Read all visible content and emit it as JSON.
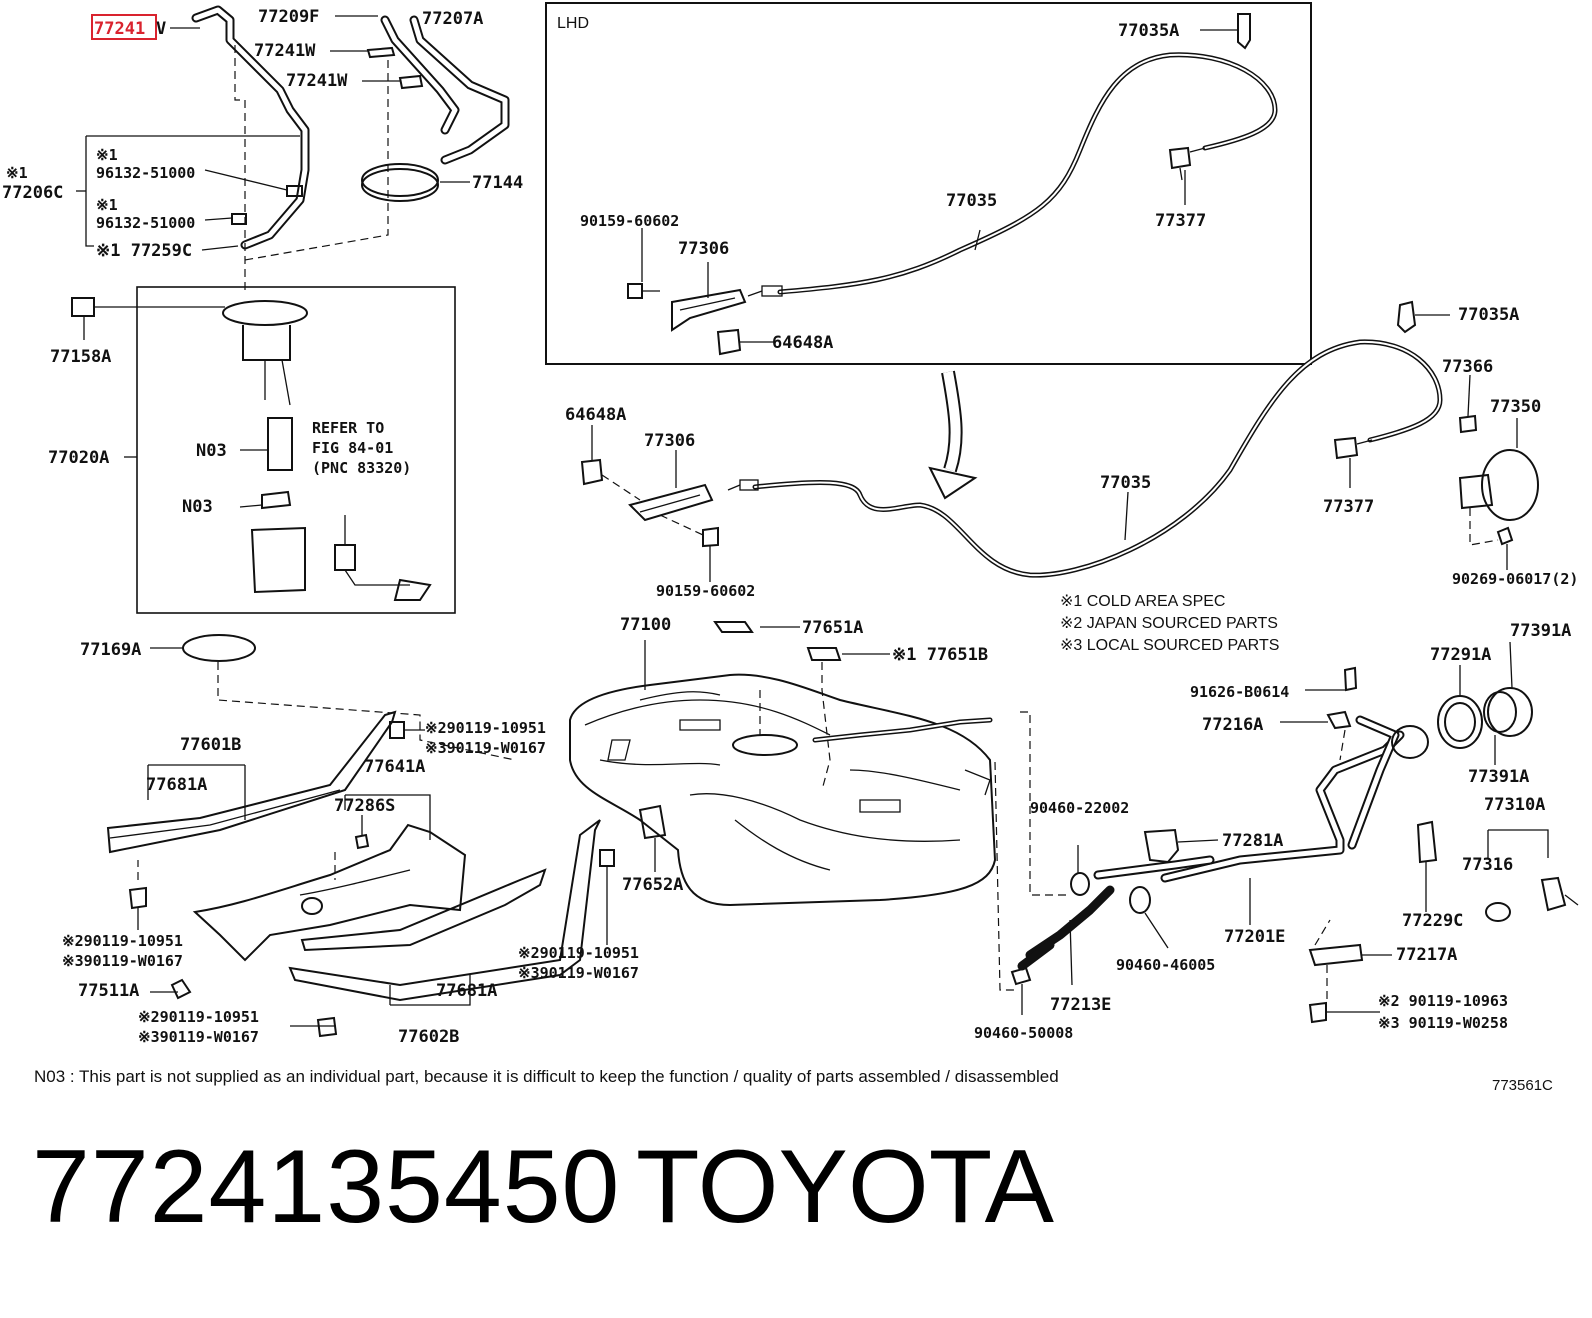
{
  "highlight_color": "#d9232e",
  "lhd": {
    "title": "LHD"
  },
  "labels": {
    "p77241V": "77241",
    "p77241Vsuffix": "V",
    "p77209F": "77209F",
    "p77207A": "77207A",
    "p77241W_1": "77241W",
    "p77241W_2": "77241W",
    "p77144": "77144",
    "mark1_a": "※1",
    "p77206C": "77206C",
    "mark1_b": "※1",
    "p96132_a": "96132-51000",
    "mark1_c": "※1",
    "p96132_b": "96132-51000",
    "p77259C": "※1 77259C",
    "p77158A": "77158A",
    "p77020A": "77020A",
    "n03_a": "N03",
    "n03_b": "N03",
    "refer1": "REFER TO",
    "refer2": "FIG 84-01",
    "refer3": "(PNC 83320)",
    "p77169A": "77169A",
    "lhd_77035A": "77035A",
    "lhd_77035": "77035",
    "lhd_77377": "77377",
    "lhd_90159": "90159-60602",
    "lhd_77306": "77306",
    "lhd_64648A": "64648A",
    "p77035A": "77035A",
    "p77366": "77366",
    "p77350": "77350",
    "p64648A": "64648A",
    "p77306": "77306",
    "p77035": "77035",
    "p77377": "77377",
    "p90159": "90159-60602",
    "p90269": "90269-06017(2)",
    "legend1": "※1 COLD AREA SPEC",
    "legend2": "※2 JAPAN SOURCED PARTS",
    "legend3": "※3 LOCAL SOURCED PARTS",
    "p77100": "77100",
    "p77651A": "77651A",
    "p77651B": "※1 77651B",
    "p77391A_1": "77391A",
    "p77291A": "77291A",
    "p91626": "91626-B0614",
    "p77216A": "77216A",
    "p77391A_2": "77391A",
    "p77310A": "77310A",
    "p77316": "77316",
    "p77229C": "77229C",
    "p77217A": "77217A",
    "p90119_10963": "※2 90119-10963",
    "p90119_W0258": "※3 90119-W0258",
    "p90460_22002": "90460-22002",
    "p77281A": "77281A",
    "p77201E": "77201E",
    "p90460_46005": "90460-46005",
    "p77213E": "77213E",
    "p90460_50008": "90460-50008",
    "p77601B": "77601B",
    "p77681A_1": "77681A",
    "p77641A": "77641A",
    "p77286S": "77286S",
    "p77652A": "77652A",
    "s290_1": "※290119-10951",
    "s390_1": "※390119-W0167",
    "s290_2": "※290119-10951",
    "s390_2": "※390119-W0167",
    "s290_3": "※290119-10951",
    "s390_3": "※390119-W0167",
    "s290_4": "※290119-10951",
    "s390_4": "※390119-W0167",
    "p77511A": "77511A",
    "p77681A_2": "77681A",
    "p77602B": "77602B"
  },
  "footnote": "N03 : This part is not supplied as an individual part, because it is difficult to keep the function / quality of parts assembled / disassembled",
  "figure_id": "773561C",
  "footer": {
    "part_number": "7724135450",
    "brand": "TOYOTA"
  }
}
